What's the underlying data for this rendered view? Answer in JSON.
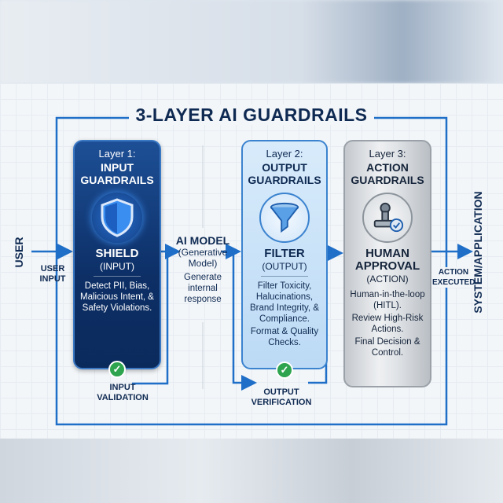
{
  "title": "3-LAYER AI GUARDRAILS",
  "user": "USER",
  "user_input": "USER INPUT",
  "system": "SYSTEM/APPLICATION",
  "action_executed": "ACTION EXECUTED",
  "ai_model": {
    "title": "AI MODEL",
    "subtitle": "(Generative Model)",
    "desc": "Generate internal response"
  },
  "layers": [
    {
      "layer": "Layer 1:",
      "heading": "INPUT GUARDRAILS",
      "name": "SHIELD",
      "type": "(INPUT)",
      "desc": [
        "Detect PII, Bias, Malicious Intent, & Safety Violations."
      ],
      "check_label": "INPUT VALIDATION",
      "icon": "shield-icon"
    },
    {
      "layer": "Layer 2:",
      "heading": "OUTPUT GUARDRAILS",
      "name": "FILTER",
      "type": "(OUTPUT)",
      "desc": [
        "Filter Toxicity, Halucinations, Brand Integrity, & Compliance.",
        "Format & Quality Checks."
      ],
      "check_label": "OUTPUT VERIFICATION",
      "icon": "funnel-icon"
    },
    {
      "layer": "Layer 3:",
      "heading": "ACTION GUARDRAILS",
      "name": "HUMAN APPROVAL",
      "type": "(ACTION)",
      "desc": [
        "Human-in-the-loop (HITL).",
        "Review High-Risk Actions.",
        "Final Decision & Control."
      ],
      "icon": "stamp-approval-icon"
    }
  ],
  "colors": {
    "navy": "#0f2a52",
    "blue": "#1f6fc8",
    "green": "#2ea44f"
  }
}
